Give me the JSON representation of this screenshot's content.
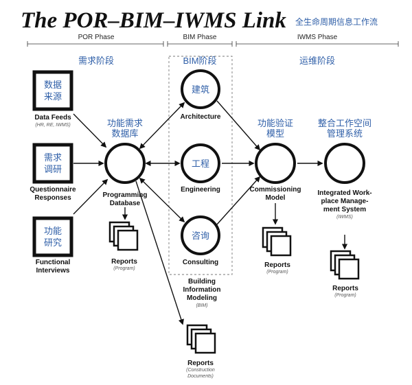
{
  "header": {
    "title": "The POR–BIM–IWMS Link",
    "subtitle_cn": "全生命周期信息工作流"
  },
  "phases": [
    {
      "label": "POR Phase",
      "cn": "需求阶段"
    },
    {
      "label": "BIM Phase",
      "cn": "BIM阶段"
    },
    {
      "label": "IWMS Phase",
      "cn": "运维阶段"
    }
  ],
  "sources": [
    {
      "box_cn": [
        "数据",
        "来源"
      ],
      "label": "Data Feeds",
      "sub": "(HR, RE, IWMS)"
    },
    {
      "box_cn": [
        "需求",
        "调研"
      ],
      "label": [
        "Questionnaire",
        "Responses"
      ]
    },
    {
      "box_cn": [
        "功能",
        "研究"
      ],
      "label": [
        "Functional",
        "Interviews"
      ]
    }
  ],
  "programming": {
    "cn": [
      "功能需求",
      "数据库"
    ],
    "label": [
      "Programming",
      "Database"
    ]
  },
  "bim_nodes": [
    {
      "cn": "建筑",
      "label": "Architecture"
    },
    {
      "cn": "工程",
      "label": "Engineering"
    },
    {
      "cn": "咨询",
      "label": "Consulting"
    }
  ],
  "commissioning": {
    "cn": [
      "功能验证",
      "模型"
    ],
    "label": [
      "Commissioning",
      "Model"
    ]
  },
  "iwms": {
    "cn": [
      "整合工作空间",
      "管理系统"
    ],
    "label": [
      "Integrated Work-",
      "place Manage-",
      "ment System"
    ],
    "sub": "(IWMS)"
  },
  "bim_model": {
    "label": [
      "Building",
      "Information",
      "Modeling"
    ],
    "sub": "(BIM)"
  },
  "reports": [
    {
      "label": "Reports",
      "sub": [
        "(Program)"
      ]
    },
    {
      "label": "Reports",
      "sub": [
        "(Construction",
        "Documents)"
      ]
    },
    {
      "label": "Reports",
      "sub": [
        "(Program)"
      ]
    },
    {
      "label": "Reports",
      "sub": [
        "(Program)"
      ]
    }
  ]
}
